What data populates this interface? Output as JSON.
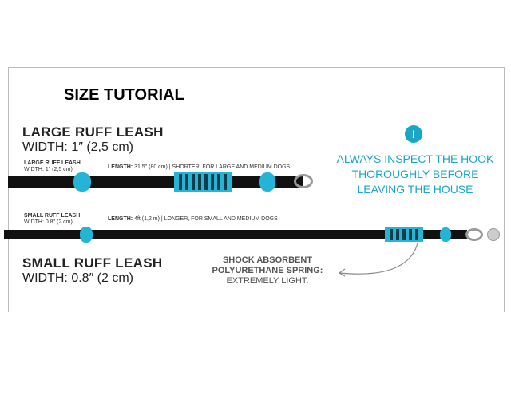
{
  "title": "SIZE TUTORIAL",
  "large": {
    "name": "LARGE RUFF LEASH",
    "width": "WIDTH: 1″ (2,5 cm)",
    "small_name": "LARGE RUFF LEASH",
    "small_width": "WIDTH: 1\" (2,5 cm)",
    "length_label": "LENGTH:",
    "length_text": "31.5\" (80 cm)  |  SHORTER, FOR LARGE AND MEDIUM DOGS"
  },
  "small": {
    "name": "SMALL RUFF LEASH",
    "width": "WIDTH: 0.8″ (2 cm)",
    "small_name": "SMALL RUFF LEASH",
    "small_width": "WIDTH: 0.8\" (2 cm)",
    "length_label": "LENGTH:",
    "length_text": "4ft (1,2 m)  |  LONGER, FOR SMALL AND MEDIUM DOGS"
  },
  "warning": {
    "icon": "!",
    "text": "ALWAYS INSPECT THE HOOK THOROUGHLY BEFORE LEAVING THE HOUSE"
  },
  "shock": {
    "line1": "SHOCK ABSORBENT",
    "line2": "POLYURETHANE SPRING:",
    "line3": "EXTREMELY LIGHT."
  },
  "colors": {
    "accent": "#1ba5c6"
  }
}
